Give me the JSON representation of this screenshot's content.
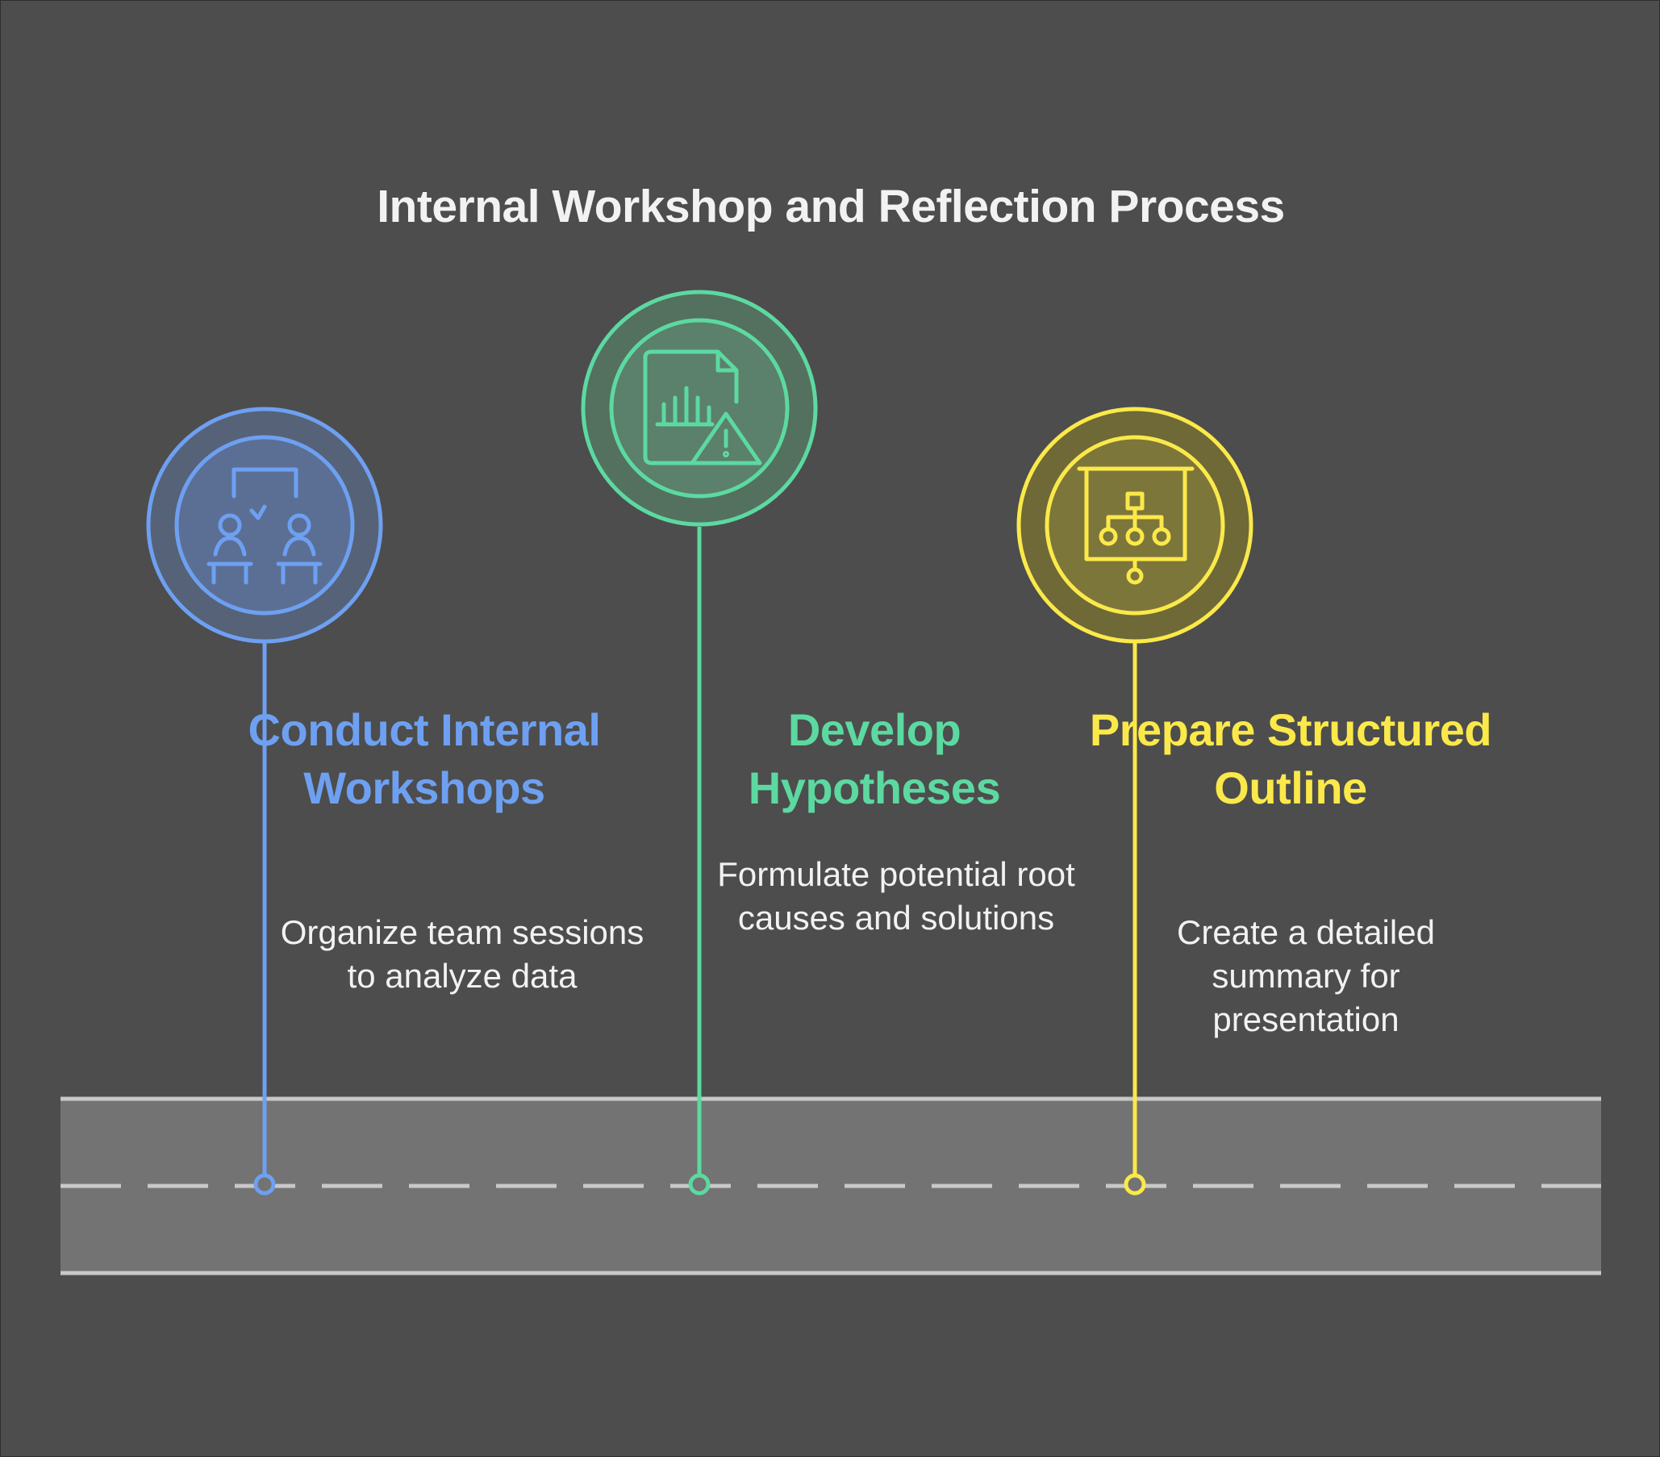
{
  "title": "Internal Workshop and Reflection Process",
  "colors": {
    "background": "#4d4d4d",
    "road": "#737373",
    "road_lines": "#c8c8c8",
    "blue": "#6ea0f2",
    "green": "#5cd9a1",
    "yellow": "#fbe94a",
    "text": "#f2f2f2"
  },
  "steps": [
    {
      "heading": "Conduct Internal Workshops",
      "description": "Organize team sessions to analyze data",
      "icon": "workshop-meeting-icon",
      "color": "#6ea0f2"
    },
    {
      "heading": "Develop Hypotheses",
      "description": "Formulate potential root causes and solutions",
      "icon": "report-warning-icon",
      "color": "#5cd9a1"
    },
    {
      "heading": "Prepare Structured Outline",
      "description": "Create a detailed summary for presentation",
      "icon": "presentation-hierarchy-icon",
      "color": "#fbe94a"
    }
  ]
}
